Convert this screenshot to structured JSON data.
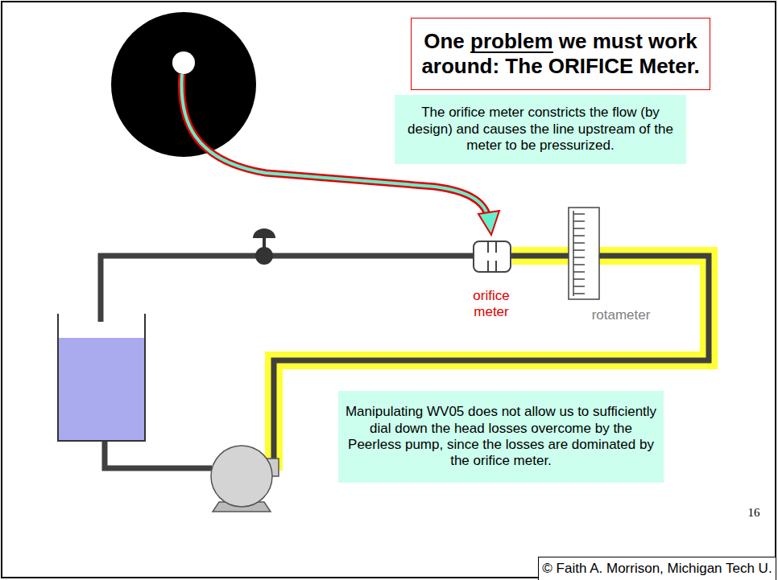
{
  "diagram": {
    "nodes": [
      {
        "text": [
          "One problem we must work around: The ORIFICE Meter."
        ]
      },
      {
        "text": [
          "The orifice meter constricts the flow (by design) and causes the line upstream of the meter to be pressurized."
        ]
      },
      {
        "text": [
          "Manipulating WV05 does not allow us to sufficiently dial down the head losses overcome by the Peerless pump, since the losses are dominated by the orifice meter."
        ]
      },
      {
        "text": [
          "© Faith A. Morrison, Michigan Tech U."
        ]
      }
    ],
    "labels": [
      "orifice meter",
      "rotameter",
      "16"
    ]
  }
}
